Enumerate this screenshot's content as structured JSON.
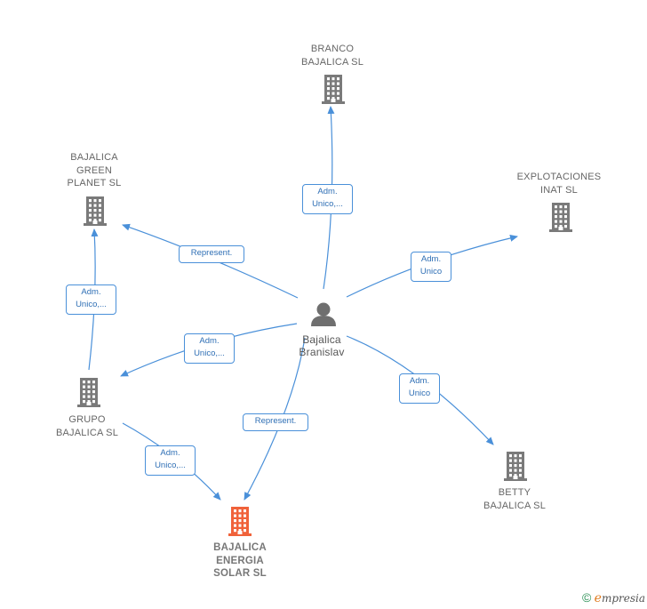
{
  "colors": {
    "edge": "#4a90d9",
    "building": "#7a7a7a",
    "building_focus": "#f0623a",
    "person": "#6f6f6f"
  },
  "nodes": {
    "branco": {
      "label": "BRANCO\nBAJALICA SL",
      "icon": "building-icon"
    },
    "green": {
      "label": "BAJALICA\nGREEN\nPLANET  SL",
      "icon": "building-icon"
    },
    "explotaciones": {
      "label": "EXPLOTACIONES\nINAT  SL",
      "icon": "building-icon"
    },
    "person": {
      "label": "Bajalica\nBranislav",
      "icon": "person-icon"
    },
    "grupo": {
      "label": "GRUPO\nBAJALICA  SL",
      "icon": "building-icon"
    },
    "betty": {
      "label": "BETTY\nBAJALICA  SL",
      "icon": "building-icon"
    },
    "energia": {
      "label": "BAJALICA\nENERGIA\nSOLAR  SL",
      "icon": "building-icon"
    }
  },
  "edges": {
    "to_branco": "Adm.\nUnico,...",
    "to_green": "Represent.",
    "to_explotaciones": "Adm.\nUnico",
    "grupo_to_green": "Adm.\nUnico,...",
    "to_grupo": "Adm.\nUnico,...",
    "to_betty": "Adm.\nUnico",
    "to_energia": "Represent.",
    "grupo_to_energia": "Adm.\nUnico,..."
  },
  "watermark": {
    "symbol": "©",
    "brand_initial": "e",
    "brand_rest": "mpresia"
  }
}
